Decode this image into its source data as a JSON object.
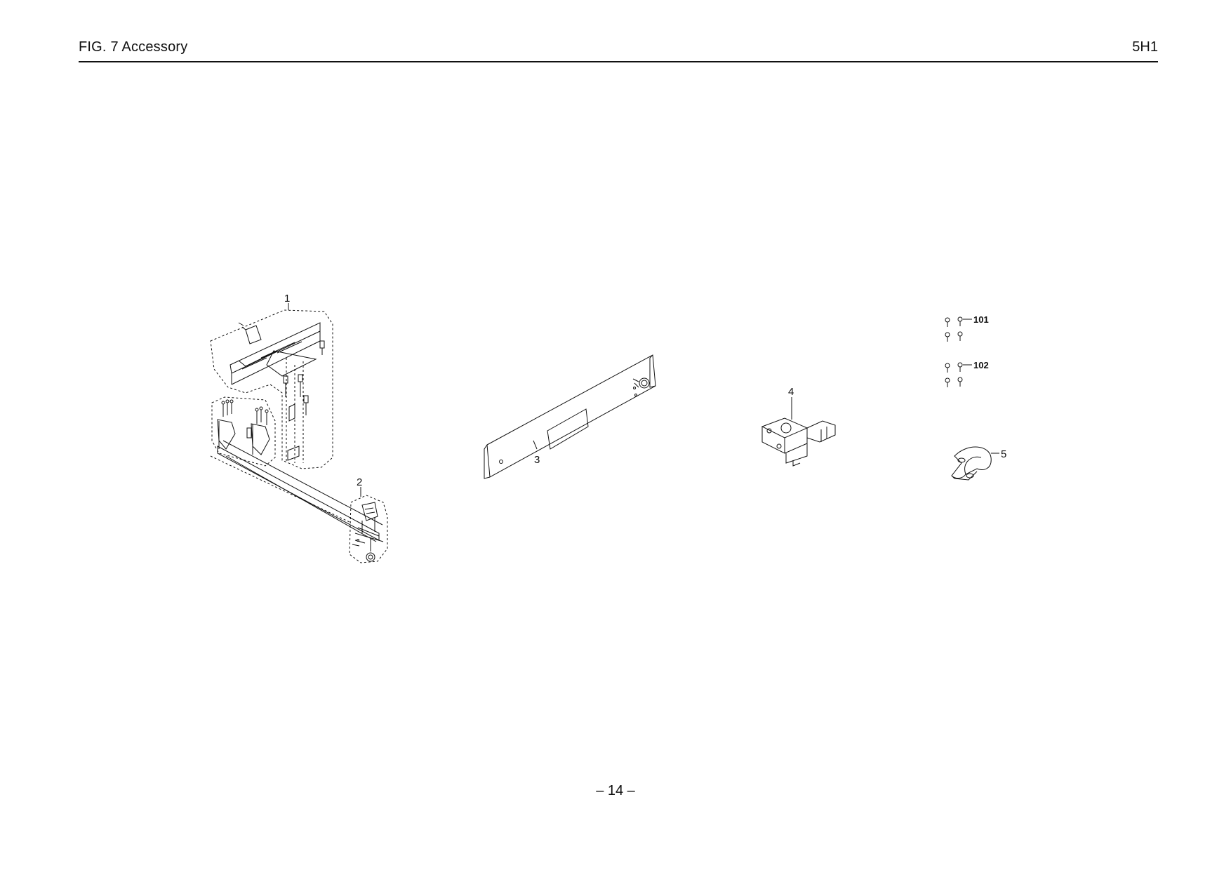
{
  "header": {
    "figure_title": "FIG. 7  Accessory",
    "model_code": "5H1"
  },
  "callouts": {
    "part_1": "1",
    "part_2": "2",
    "part_3": "3",
    "part_4": "4",
    "part_5": "5",
    "part_101": "101",
    "part_102": "102"
  },
  "footer": {
    "page_number": "– 14 –"
  },
  "colors": {
    "line": "#111111",
    "background": "#ffffff"
  }
}
